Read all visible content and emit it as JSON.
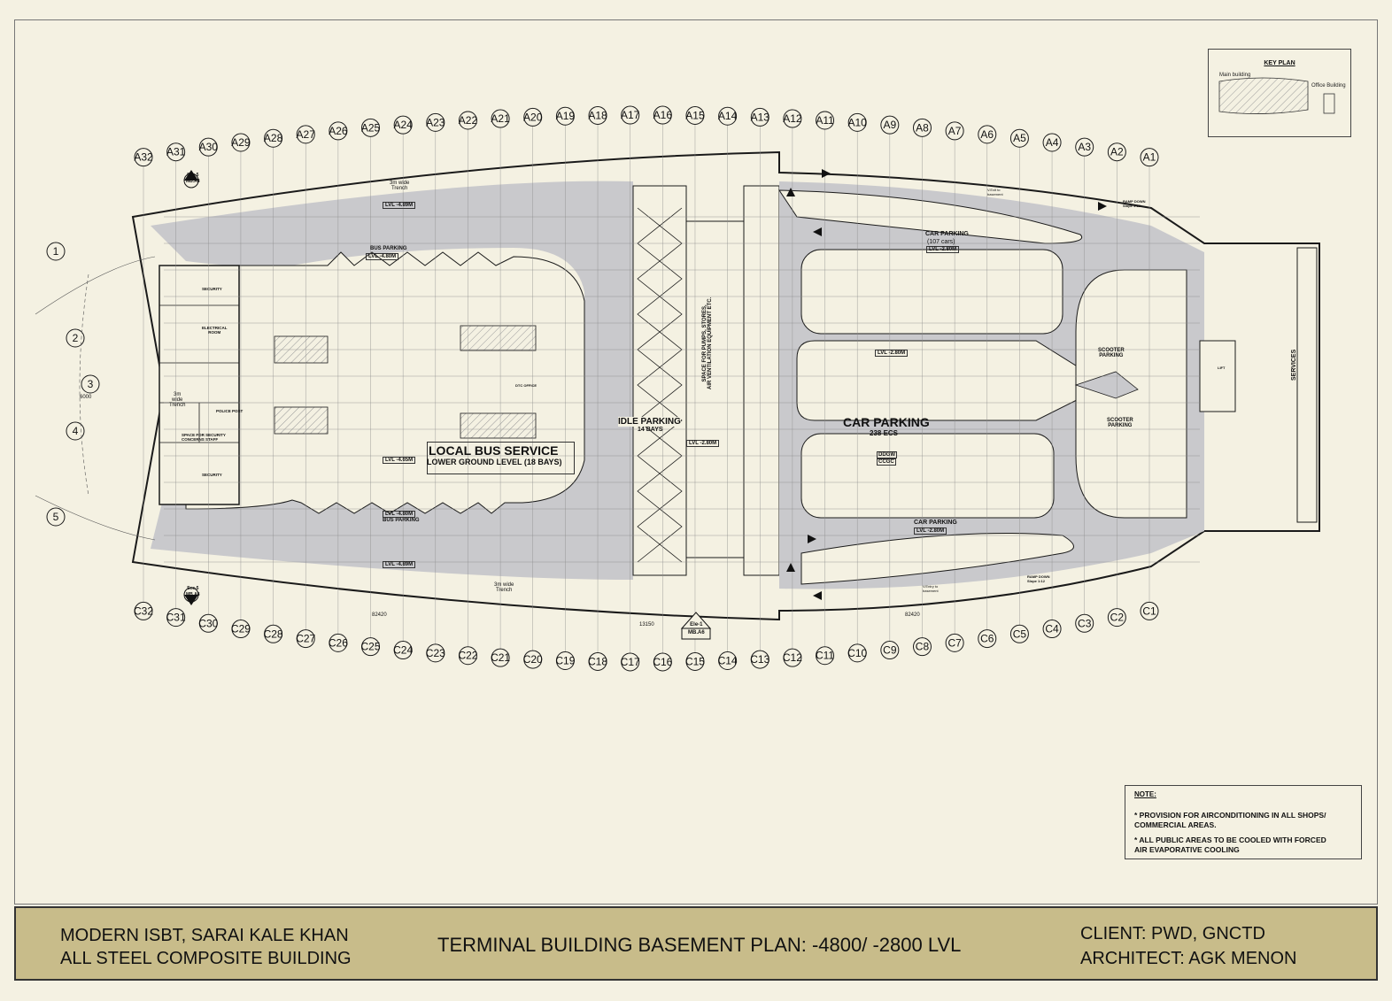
{
  "title_block": {
    "project_line1": "MODERN ISBT, SARAI KALE KHAN",
    "project_line2": "ALL STEEL COMPOSITE BUILDING",
    "drawing_title": "TERMINAL BUILDING BASEMENT PLAN: -4800/ -2800 LVL",
    "client": "CLIENT: PWD, GNCTD",
    "architect": "ARCHITECT: AGK MENON"
  },
  "key_plan": {
    "title": "KEY PLAN",
    "main_label": "Main building",
    "office_label": "Office Building"
  },
  "note": {
    "title": "NOTE:",
    "items": [
      "* PROVISION FOR AIRCONDITIONING IN ALL SHOPS/\nCOMMERCIAL  AREAS.",
      "* ALL PUBLIC AREAS TO BE COOLED WITH FORCED\nAIR EVAPORATIVE COOLING"
    ]
  },
  "plan_labels": {
    "local_bus_title": "LOCAL BUS SERVICE",
    "local_bus_sub": "LOWER GROUND LEVEL (18 BAYS)",
    "idle_parking": "IDLE PARKING",
    "idle_bays": "14 BAYS",
    "car_parking_big": "CAR PARKING",
    "car_parking_ecs": "238 ECS",
    "car_parking_top": "CAR PARKING",
    "car_parking_top_count": "(107 cars)",
    "car_parking_bottom": "CAR PARKING",
    "scooter_parking_1": "SCOOTER\nPARKING",
    "scooter_parking_2": "SCOOTER\nPARKING",
    "bus_parking_top": "BUS PARKING",
    "bus_parking_bottom": "BUS  PARKING",
    "lvl_480_top": "LVL -4.80M",
    "lvl_489_top": "LVL -4.89M",
    "lvl_465": "LVL -4.65M",
    "lvl_480_bottom": "LVL -4.80M",
    "lvl_489_bottom": "LVL -4.89M",
    "lvl_280_mid": "LVL -2.80M",
    "lvl_280_top": "LVL -2.80M",
    "lvl_280_island": "LVL -2.80M",
    "lvl_280_bottom": "LVL -2.80M",
    "services": "SERVICES",
    "space_for_pumps": "SPACE FOR PUMPS, STORES,\nAIR VENTILATION EQUIPMENT ETC.",
    "trench_top": "3m wide\nTrench",
    "trench_left": "3m\nwide\nTrench",
    "trench_bottom": "3m wide\nTrench",
    "police_post": "POLICE POST",
    "electrical_room": "ELECTRICAL\nROOM",
    "security_staff": "SPACE FOR SECURITY\nCONCERNS STAFF",
    "security_1": "SECURITY",
    "security_2": "SECURITY",
    "sec_marker_top": "Sec-5\nMB.A8",
    "sec_marker_bottom": "Sec-5\nMB.A8",
    "ele_marker": "Ele-1\nMB.A6",
    "dim_82420_left": "82420",
    "dim_13150": "13150",
    "dim_82420_right": "82420",
    "dim_6000": "6000",
    "ramp_down_top": "RAMP DOWN\nSlope 1:12",
    "ramp_down_bottom": "RAMP DOWN\nSlope 1:12",
    "v_exit": "V.Exit to\nbasement",
    "v_entry": "V.Entry to\nbasement",
    "dtc_office": "DTC OFFICE",
    "ddgw": "DDGW",
    "ccgc": "CCGC",
    "lift": "LIFT"
  },
  "grid_a": [
    "A32",
    "A31",
    "A30",
    "A29",
    "A28",
    "A27",
    "A26",
    "A25",
    "A24",
    "A23",
    "A22",
    "A21",
    "A20",
    "A19",
    "A18",
    "A17",
    "A16",
    "A15",
    "A14",
    "A13",
    "A12",
    "A11",
    "A10",
    "A9",
    "A8",
    "A7",
    "A6",
    "A5",
    "A4",
    "A3",
    "A2",
    "A1"
  ],
  "grid_c": [
    "C32",
    "C31",
    "C30",
    "C29",
    "C28",
    "C27",
    "C26",
    "C25",
    "C24",
    "C23",
    "C22",
    "C21",
    "C20",
    "C19",
    "C18",
    "C17",
    "C16",
    "C15",
    "C14",
    "C13",
    "C12",
    "C11",
    "C10",
    "C9",
    "C8",
    "C7",
    "C6",
    "C5",
    "C4",
    "C3",
    "C2",
    "C1"
  ],
  "grid_rows": [
    "1",
    "2",
    "3",
    "4",
    "5"
  ],
  "colors": {
    "paper": "#f4f1e2",
    "pavement": "#c9c9cc",
    "title_block": "#c8bc8a",
    "line": "#1a1a1a"
  }
}
